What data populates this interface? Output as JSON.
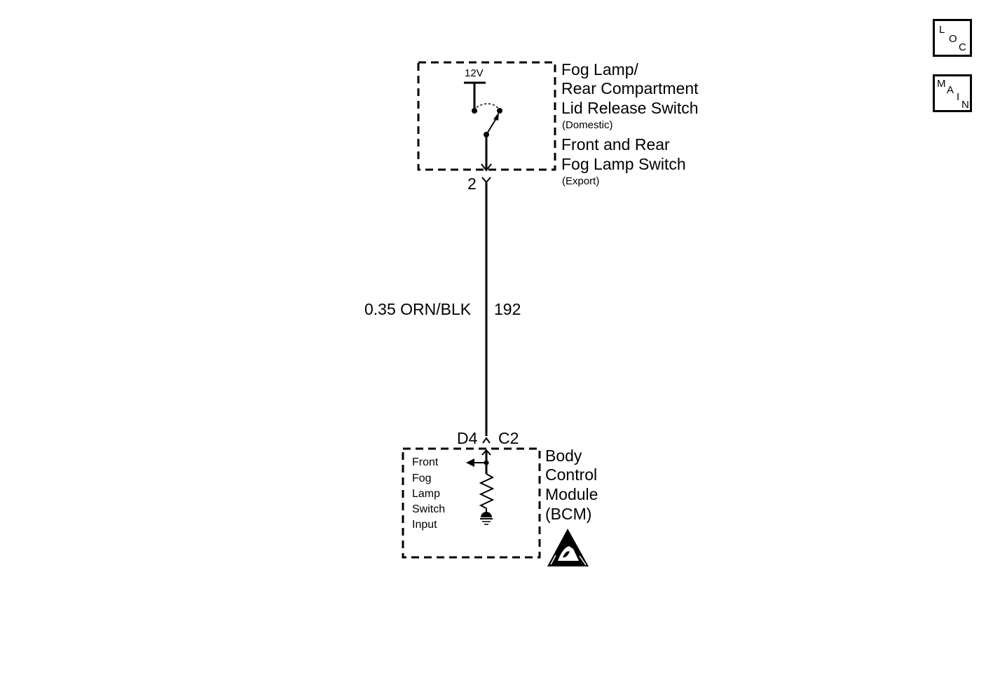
{
  "nav": {
    "loc": [
      "L",
      "O",
      "C"
    ],
    "main": [
      "M",
      "A",
      "I",
      "N"
    ]
  },
  "switch_component": {
    "voltage": "12V",
    "title_domestic": [
      "Fog Lamp/",
      "Rear Compartment",
      "Lid Release Switch"
    ],
    "note_domestic": "(Domestic)",
    "title_export": [
      "Front and Rear",
      "Fog Lamp Switch"
    ],
    "note_export": "(Export)",
    "pin": "2"
  },
  "wire": {
    "gauge_color": "0.35 ORN/BLK",
    "circuit": "192"
  },
  "bcm": {
    "pin": "D4",
    "connector": "C2",
    "title": [
      "Body",
      "Control",
      "Module",
      "(BCM)"
    ],
    "input_label": [
      "Front",
      "Fog",
      "Lamp",
      "Switch",
      "Input"
    ],
    "esd_icon": "esd-warning-icon"
  }
}
